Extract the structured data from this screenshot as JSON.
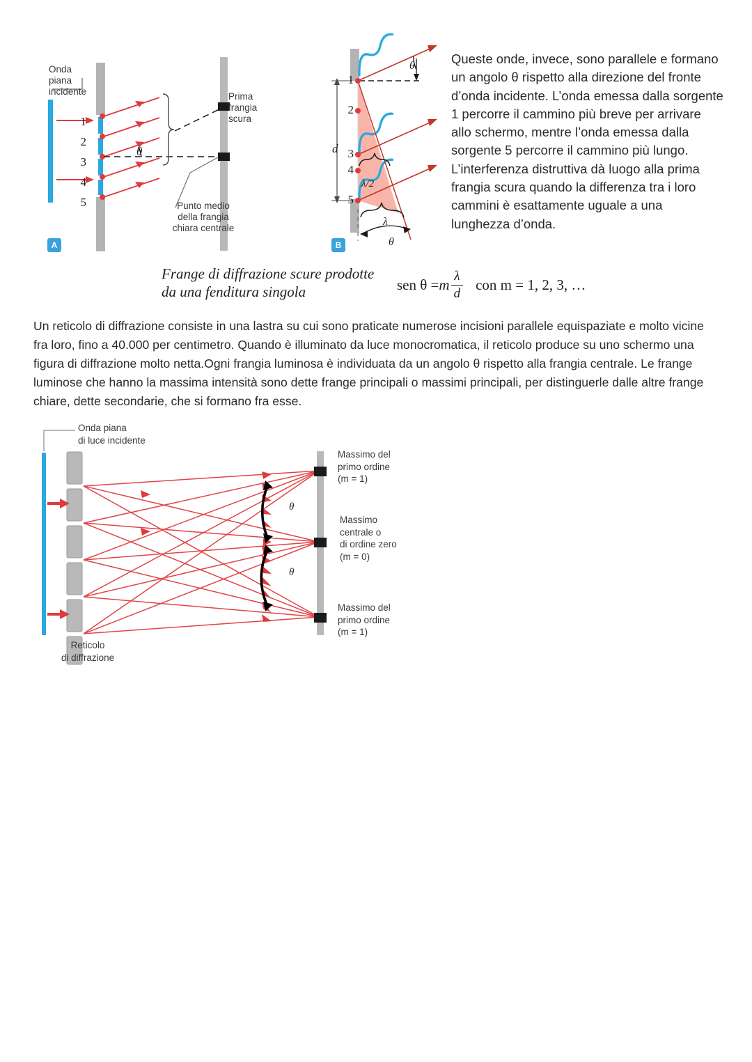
{
  "figure_a": {
    "badge": "A",
    "labels": {
      "incident_wave": "Onda\npiana\nincidente",
      "first_dark_fringe": "Prima\nfrangia\nscura",
      "central_midpoint": "Punto medio\ndella frangia\nchiara centrale",
      "theta": "θ"
    },
    "source_numbers": [
      "1",
      "2",
      "3",
      "4",
      "5"
    ]
  },
  "figure_b": {
    "badge": "B",
    "labels": {
      "slit_width": "d",
      "half_wavelength": "λ/2",
      "wavelength": "λ",
      "theta_top": "θ",
      "theta_bottom": "θ"
    },
    "source_numbers": [
      "1",
      "2",
      "3",
      "4",
      "5"
    ]
  },
  "side_text": "Queste onde, invece, sono parallele e formano un angolo θ rispetto alla direzione del fronte d’onda incidente. L’onda emessa dalla sorgente 1 percorre il cammino più breve per arrivare allo schermo, mentre l’onda emessa dalla sorgente 5 percorre il cammino più lungo. L’interferenza distruttiva dà luogo alla prima frangia scura quando la differenza tra i loro cammini è esattamente uguale a una lunghezza d’onda.",
  "formula": {
    "caption": "Frange di diffrazione scure prodotte da una fenditura singola",
    "lhs": "sen θ = ",
    "m": "m",
    "numerator": "λ",
    "denominator": "d",
    "condition": "con m = 1, 2, 3, …"
  },
  "body_paragraph": "Un reticolo di diffrazione consiste in una lastra su cui sono praticate numerose incisioni parallele equispaziate e molto vicine fra loro, fino a 40.000 per centimetro. Quando è illuminato da luce monocromatica, il reticolo produce su uno schermo una figura di diffrazione molto netta.Ogni frangia luminosa è individuata da un angolo θ rispetto alla frangia centrale. Le frange luminose che hanno la massima intensità sono dette frange principali o massimi principali, per distinguerle dalle altre frange chiare, dette secondarie, che si formano fra esse.",
  "grating_figure": {
    "labels": {
      "incident_plane_wave": "Onda piana\ndi luce incidente",
      "grating": "Reticolo\ndi diffrazione",
      "max_first_order_top": "Massimo del\nprimo ordine\n(m = 1)",
      "max_central": "Massimo\ncentrale o\ndi ordine zero\n(m = 0)",
      "max_first_order_bottom": "Massimo del\nprimo ordine\n(m = 1)",
      "theta_top": "θ",
      "theta_bottom": "θ"
    }
  },
  "colors": {
    "badge_blue": "#3aa2dc",
    "wavefront_blue": "#29a9e0",
    "ray_red": "#e03a3e",
    "wave_cyan": "#2aaae0",
    "triangle_fill": "#f7a799",
    "barrier_gray": "#b3b3b3",
    "screen_gray": "#b8b8b8",
    "fringe_black": "#1a1a1a",
    "text_gray": "#3a3a3a"
  }
}
